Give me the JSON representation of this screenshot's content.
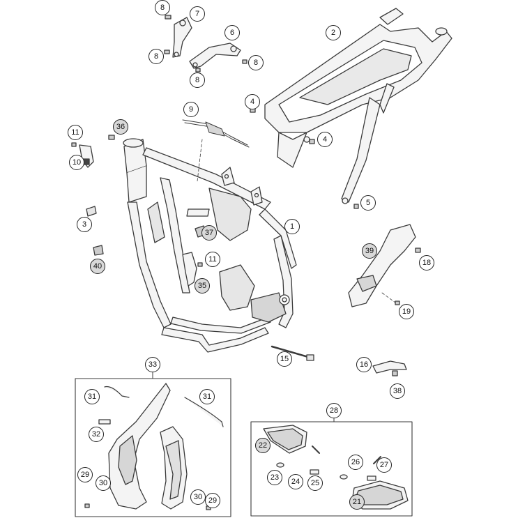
{
  "title": "",
  "colors": {
    "line": "#3a3a3a",
    "fill": "#f4f4f4",
    "shade": "#d6d6d6",
    "callout_gray": "#d9d9d9"
  },
  "callouts": {
    "c1": "1",
    "c2": "2",
    "c3": "3",
    "c4a": "4",
    "c4b": "4",
    "c5": "5",
    "c6": "6",
    "c7": "7",
    "c8a": "8",
    "c8b": "8",
    "c8c": "8",
    "c8d": "8",
    "c9": "9",
    "c10": "10",
    "c11a": "11",
    "c11b": "11",
    "c15": "15",
    "c16": "16",
    "c18": "18",
    "c19": "19",
    "c21": "21",
    "c22": "22",
    "c23": "23",
    "c24": "24",
    "c25": "25",
    "c26": "26",
    "c27": "27",
    "c28": "28",
    "c29a": "29",
    "c29b": "29",
    "c30a": "30",
    "c30b": "30",
    "c31a": "31",
    "c31b": "31",
    "c32": "32",
    "c33": "33",
    "c35": "35",
    "c36": "36",
    "c37": "37",
    "c38": "38",
    "c39": "39",
    "c40": "40"
  }
}
